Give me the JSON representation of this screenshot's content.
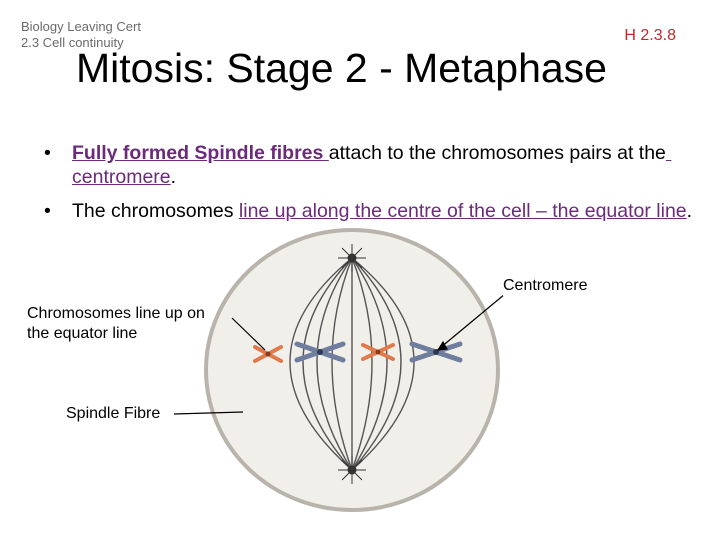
{
  "header": {
    "course_line1": "Biology Leaving Cert",
    "course_line2": "2.3 Cell continuity",
    "code": "H 2.3.8"
  },
  "title": "Mitosis: Stage 2 - Metaphase",
  "bullets": [
    {
      "parts": [
        {
          "text": "Fully formed Spindle fibres ",
          "style": "em"
        },
        {
          "text": "attach to the chromosomes pairs at the",
          "style": "plain"
        },
        {
          "text": " centromere",
          "style": "ul"
        },
        {
          "text": ".",
          "style": "plain"
        }
      ]
    },
    {
      "parts": [
        {
          "text": "The chromosomes ",
          "style": "plain"
        },
        {
          "text": "line up along the centre of the cell – the equator line",
          "style": "ul"
        },
        {
          "text": ".",
          "style": "plain"
        }
      ]
    }
  ],
  "labels": {
    "centromere": "Centromere",
    "equator_line1": "Chromosomes line up on",
    "equator_line2": "the equator line",
    "spindle": "Spindle Fibre"
  },
  "colors": {
    "accent_purple": "#6b2a7a",
    "code_red": "#c0272d",
    "chromosome_orange": "#e07a4a",
    "chromosome_blue": "#6f7e9e",
    "cell_fill": "#f1efe9"
  }
}
